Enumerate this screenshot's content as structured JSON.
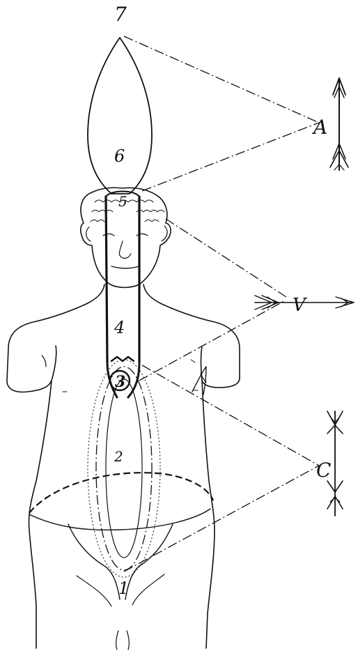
{
  "labels": {
    "n1": "1",
    "n2": "2",
    "n3": "3",
    "n4": "4",
    "n5": "5",
    "n6": "6",
    "n7": "7",
    "A": "A",
    "V": "V",
    "C": "C"
  },
  "colors": {
    "ink": "#111111",
    "paper": "#ffffff"
  }
}
